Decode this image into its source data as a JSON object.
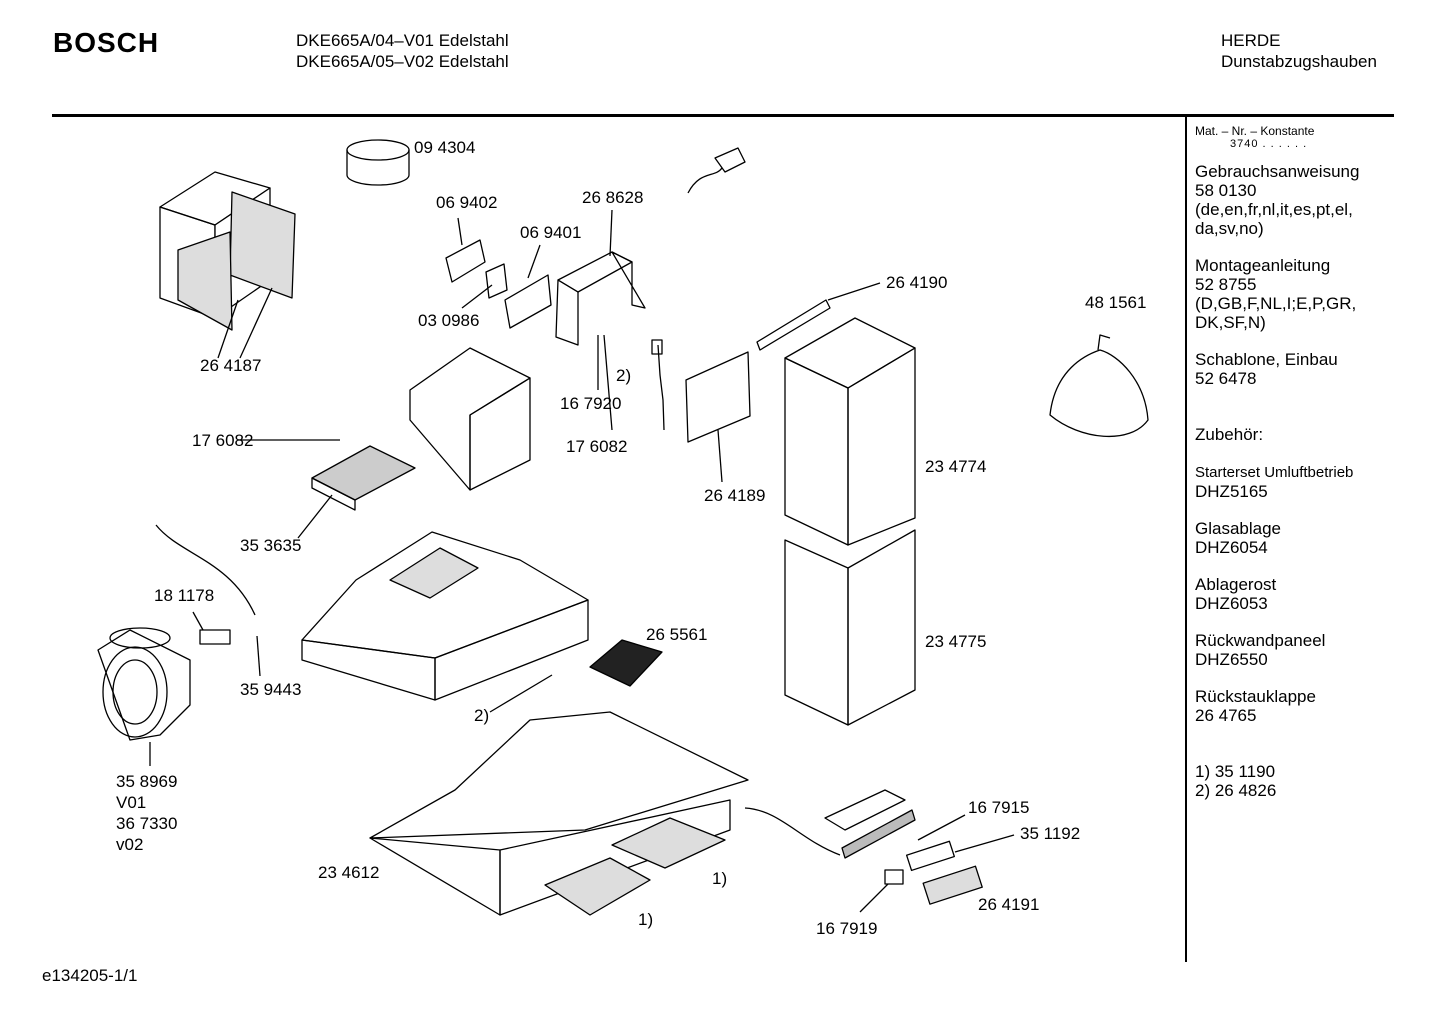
{
  "header": {
    "brand": "BOSCH",
    "model_lines": [
      "DKE665A/04–V01  Edelstahl",
      "DKE665A/05–V02  Edelstahl"
    ],
    "category_lines": [
      "HERDE",
      "Dunstabzugshauben"
    ]
  },
  "sidebar": {
    "mat_label": "Mat. – Nr. – Konstante",
    "mat_value": "3740 . . . . . .",
    "blocks": [
      {
        "title": "Gebrauchsanweisung",
        "lines": [
          "58 0130",
          "(de,en,fr,nl,it,es,pt,el,",
          "da,sv,no)"
        ]
      },
      {
        "title": "Montageanleitung",
        "lines": [
          "52 8755",
          "(D,GB,F,NL,I;E,P,GR,",
          "DK,SF,N)"
        ]
      },
      {
        "title": "Schablone, Einbau",
        "lines": [
          "52 6478"
        ]
      },
      {
        "title": "Zubehör:",
        "lines": []
      },
      {
        "title": "Starterset Umluftbetrieb",
        "lines": [
          "DHZ5165"
        ]
      },
      {
        "title": "Glasablage",
        "lines": [
          "DHZ6054"
        ]
      },
      {
        "title": "Ablagerost",
        "lines": [
          "DHZ6053"
        ]
      },
      {
        "title": "Rückwandpaneel",
        "lines": [
          "DHZ6550"
        ]
      },
      {
        "title": "Rückstauklappe",
        "lines": [
          "26 4765"
        ]
      },
      {
        "title": "",
        "lines": [
          "1) 35 1190",
          "2) 26 4826"
        ]
      }
    ]
  },
  "parts": [
    {
      "label": "09 4304"
    },
    {
      "label": "06 9402"
    },
    {
      "label": "26 8628"
    },
    {
      "label": "06 9401"
    },
    {
      "label": "26 4190"
    },
    {
      "label": "48 1561"
    },
    {
      "label": "03 0986"
    },
    {
      "label": "26 4187"
    },
    {
      "label": "2)"
    },
    {
      "label": "16 7920"
    },
    {
      "label": "17 6082"
    },
    {
      "label": "17 6082"
    },
    {
      "label": "23 4774"
    },
    {
      "label": "26 4189"
    },
    {
      "label": "35 3635"
    },
    {
      "label": "18 1178"
    },
    {
      "label": "26 5561"
    },
    {
      "label": "23 4775"
    },
    {
      "label": "35 9443"
    },
    {
      "label": "2)"
    },
    {
      "label": "35 8969"
    },
    {
      "label": "V01"
    },
    {
      "label": "36 7330"
    },
    {
      "label": "v02"
    },
    {
      "label": "16 7915"
    },
    {
      "label": "35 1192"
    },
    {
      "label": "23 4612"
    },
    {
      "label": "1)"
    },
    {
      "label": "26 4191"
    },
    {
      "label": "1)"
    },
    {
      "label": "16 7919"
    }
  ],
  "footer": {
    "code": "e134205-1/1"
  }
}
